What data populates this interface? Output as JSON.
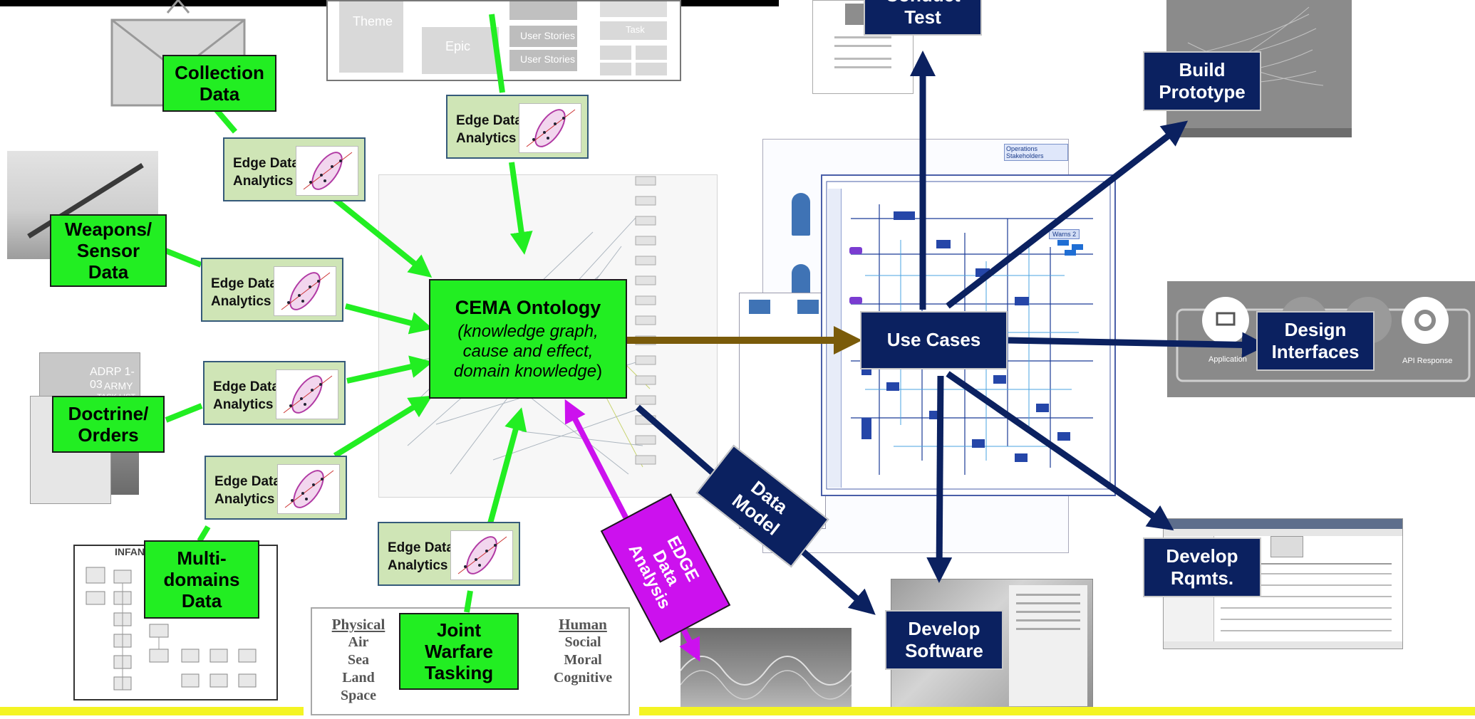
{
  "ontology": {
    "title": "CEMA Ontology",
    "desc_line1": "(knowledge graph,",
    "desc_line2": "cause and effect,",
    "desc_line3_italic": "domain knowledge",
    "desc_line3_end": ")"
  },
  "sources": [
    {
      "id": "collection",
      "line1": "Collection",
      "line2": "Data"
    },
    {
      "id": "weapons",
      "line1": "Weapons/",
      "line2": "Sensor",
      "line3": "Data"
    },
    {
      "id": "doctrine",
      "line1": "Doctrine/",
      "line2": "Orders"
    },
    {
      "id": "multidomains",
      "line1": "Multi-",
      "line2": "domains",
      "line3": "Data"
    },
    {
      "id": "joint",
      "line1": "Joint",
      "line2": "Warfare",
      "line3": "Tasking"
    }
  ],
  "edge_analytics": {
    "line1": "Edge Data",
    "line2": "Analytics"
  },
  "use_cases": "Use Cases",
  "outputs": [
    {
      "id": "conduct-test",
      "line1": "Conduct",
      "line2": "Test"
    },
    {
      "id": "build-prototype",
      "line1": "Build",
      "line2": "Prototype"
    },
    {
      "id": "design-interfaces",
      "line1": "Design",
      "line2": "Interfaces"
    },
    {
      "id": "develop-rqmts",
      "line1": "Develop",
      "line2": "Rqmts."
    },
    {
      "id": "develop-software",
      "line1": "Develop",
      "line2": "Software"
    }
  ],
  "data_model": {
    "line1": "Data",
    "line2": "Model"
  },
  "edge_data_analysis": {
    "line1": "EDGE",
    "line2": "Data",
    "line3": "Analysis"
  },
  "domains": {
    "physical_title": "Physical",
    "physical": [
      "Air",
      "Sea",
      "Land",
      "Space"
    ],
    "human_title": "Human",
    "human": [
      "Social",
      "Moral",
      "Cognitive"
    ]
  },
  "agile_panel": {
    "theme": "Theme",
    "epic": "Epic",
    "stories": [
      "User Stories",
      "User Stories"
    ],
    "task": "Task"
  },
  "doctrine_doc": {
    "line1": "ADRP 1-03",
    "line2": "ARMY",
    "line3": "TASK LIST"
  },
  "infantry_doc": {
    "title": "INFANTR"
  },
  "interfaces_panel": {
    "app": "Application",
    "api": "API Response"
  },
  "usecase_diagram": {
    "header": "Operations Stakeholders",
    "warns": "Warns 2"
  },
  "colors": {
    "green": "#22ee22",
    "navy": "#0b2160",
    "purple": "#cc11ee",
    "brown": "#7a5b0a",
    "yellow": "#f4f423",
    "edge_fill": "#cfe5b6"
  }
}
